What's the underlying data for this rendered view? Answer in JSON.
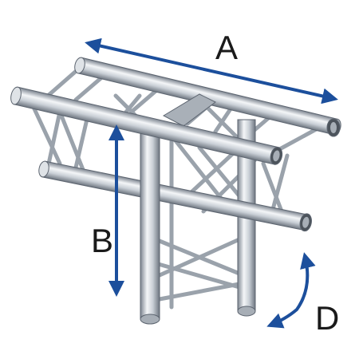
{
  "labels": {
    "a": "A",
    "b": "B",
    "d": "D"
  },
  "colors": {
    "arrow": "#1c4f9c",
    "tube_light": "#f4f6f8",
    "tube_mid": "#c9cfd6",
    "tube_dark": "#7d8590",
    "tube_outline": "#5d6570",
    "brace": "#b7bec6",
    "background": "#ffffff"
  }
}
